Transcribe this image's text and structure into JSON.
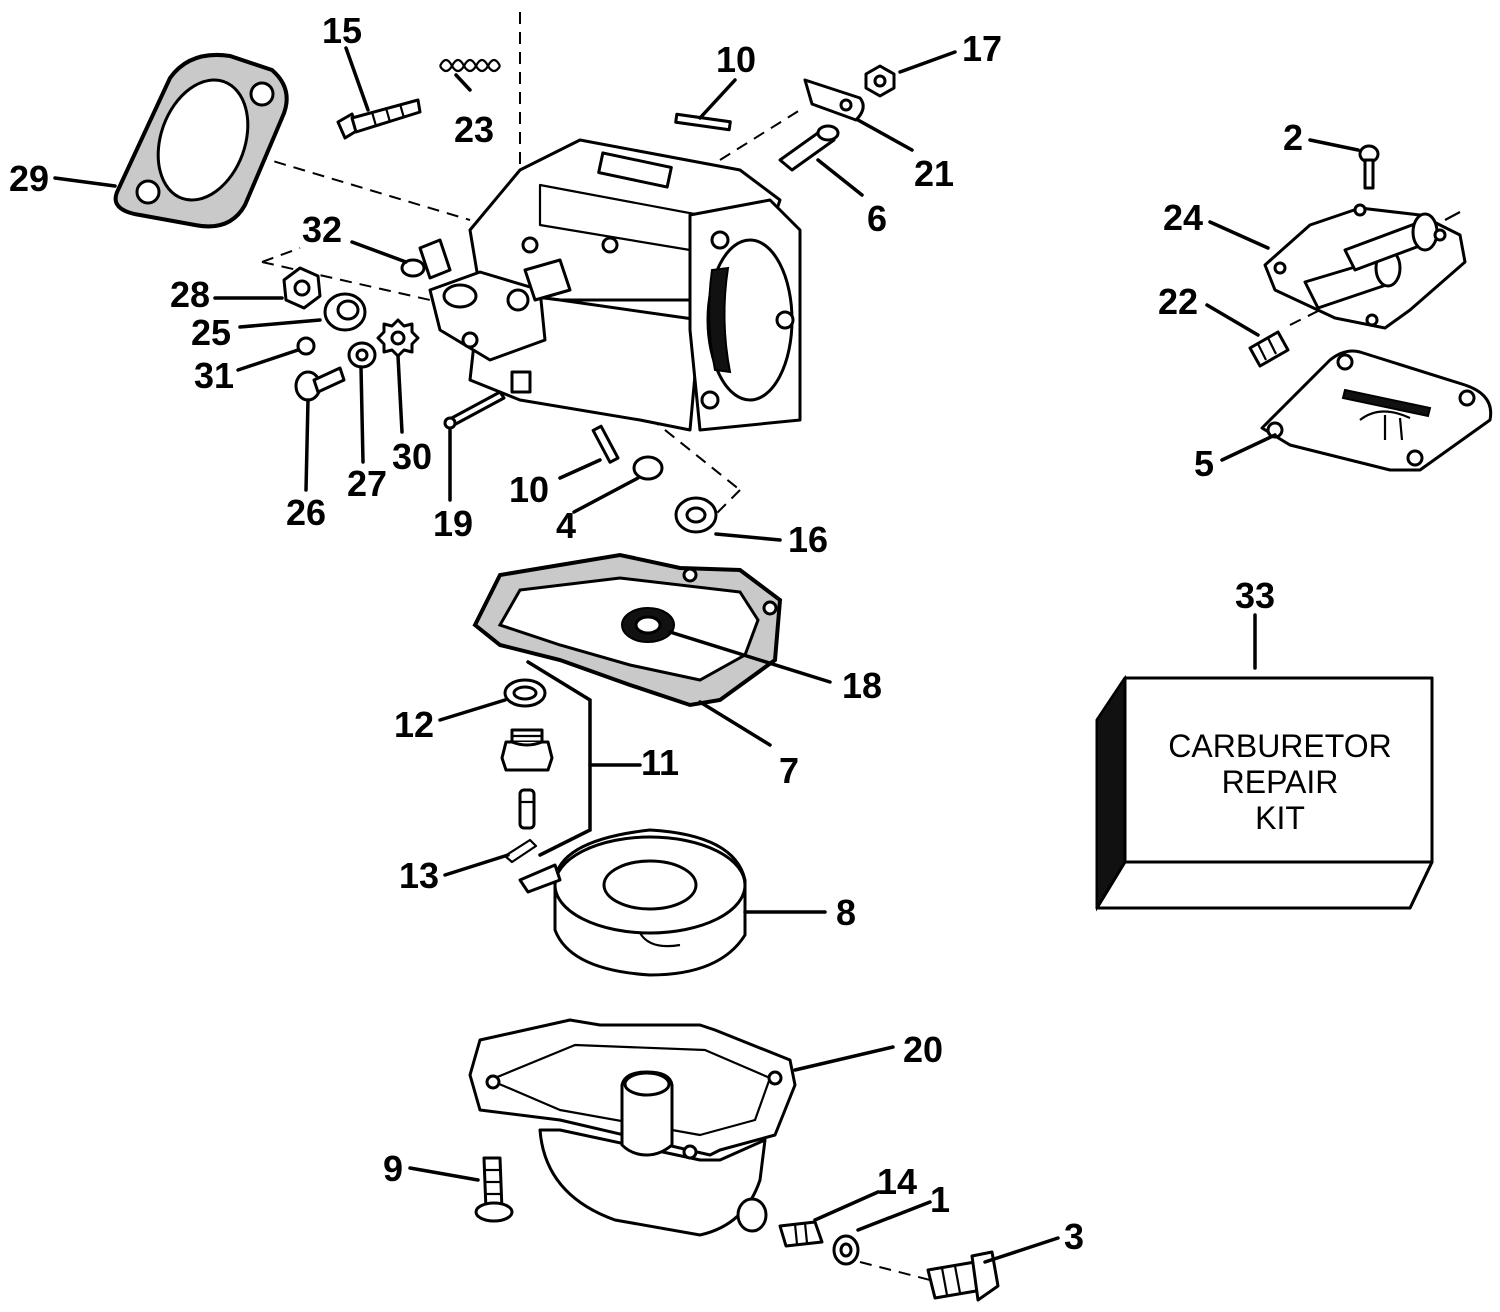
{
  "callouts": [
    {
      "id": "l1",
      "text": "1"
    },
    {
      "id": "l2",
      "text": "2"
    },
    {
      "id": "l3",
      "text": "3"
    },
    {
      "id": "l4",
      "text": "4"
    },
    {
      "id": "l5",
      "text": "5"
    },
    {
      "id": "l6",
      "text": "6"
    },
    {
      "id": "l7",
      "text": "7"
    },
    {
      "id": "l8",
      "text": "8"
    },
    {
      "id": "l9",
      "text": "9"
    },
    {
      "id": "l10a",
      "text": "10"
    },
    {
      "id": "l10b",
      "text": "10"
    },
    {
      "id": "l11",
      "text": "11"
    },
    {
      "id": "l12",
      "text": "12"
    },
    {
      "id": "l13",
      "text": "13"
    },
    {
      "id": "l14",
      "text": "14"
    },
    {
      "id": "l15",
      "text": "15"
    },
    {
      "id": "l16",
      "text": "16"
    },
    {
      "id": "l17",
      "text": "17"
    },
    {
      "id": "l18",
      "text": "18"
    },
    {
      "id": "l19",
      "text": "19"
    },
    {
      "id": "l20",
      "text": "20"
    },
    {
      "id": "l21",
      "text": "21"
    },
    {
      "id": "l22",
      "text": "22"
    },
    {
      "id": "l23",
      "text": "23"
    },
    {
      "id": "l24",
      "text": "24"
    },
    {
      "id": "l25",
      "text": "25"
    },
    {
      "id": "l26",
      "text": "26"
    },
    {
      "id": "l27",
      "text": "27"
    },
    {
      "id": "l28",
      "text": "28"
    },
    {
      "id": "l29",
      "text": "29"
    },
    {
      "id": "l30",
      "text": "30"
    },
    {
      "id": "l31",
      "text": "31"
    },
    {
      "id": "l32",
      "text": "32"
    },
    {
      "id": "l33",
      "text": "33"
    }
  ],
  "repair_kit": {
    "line1": "CARBURETOR",
    "line2": "REPAIR",
    "line3": "KIT"
  }
}
